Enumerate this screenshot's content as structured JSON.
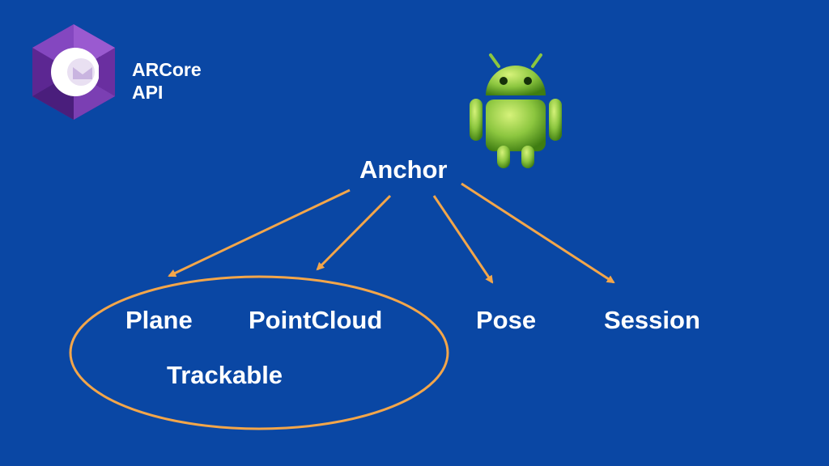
{
  "brand": {
    "line1": "ARCore",
    "line2": "API",
    "logo_icon": "arcore-logo-icon"
  },
  "mascot_icon": "android-robot-icon",
  "nodes": {
    "anchor": "Anchor",
    "plane": "Plane",
    "pointcloud": "PointCloud",
    "pose": "Pose",
    "session": "Session",
    "trackable": "Trackable"
  },
  "edges": [
    {
      "from": "Anchor",
      "to": "Plane"
    },
    {
      "from": "Anchor",
      "to": "PointCloud"
    },
    {
      "from": "Anchor",
      "to": "Pose"
    },
    {
      "from": "Anchor",
      "to": "Session"
    }
  ],
  "group": {
    "label": "Trackable",
    "members": [
      "Plane",
      "PointCloud"
    ]
  },
  "colors": {
    "background": "#0a47a4",
    "arrow": "#f3a64a",
    "group_outline": "#f3a64a",
    "text": "#ffffff",
    "logo_purple": "#7b3fb3",
    "android_green": "#8cc63f"
  }
}
